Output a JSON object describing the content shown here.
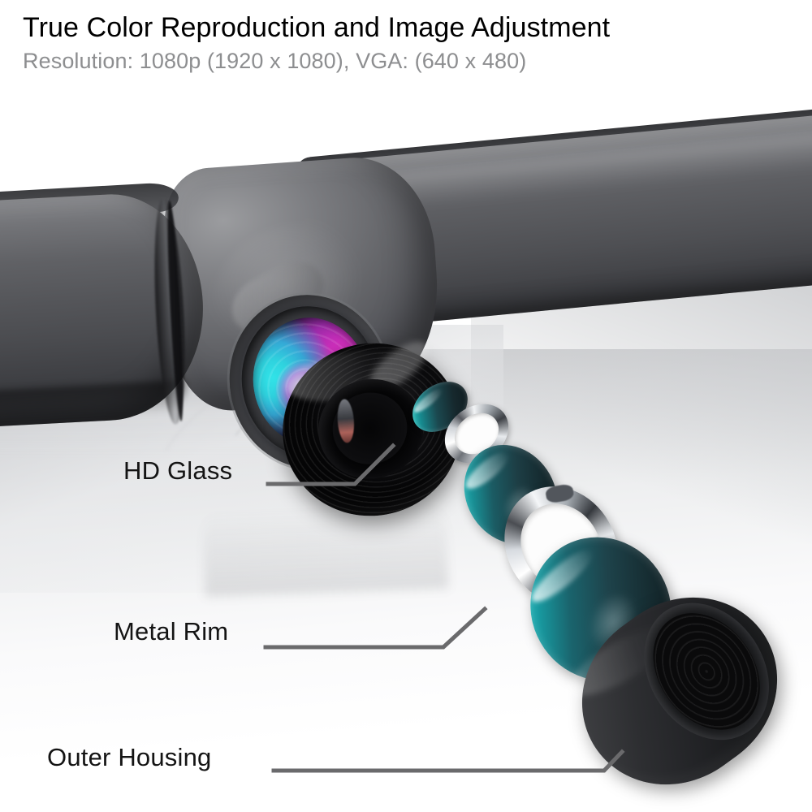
{
  "header": {
    "title": "True Color Reproduction and Image Adjustment",
    "subtitle": "Resolution: 1080p (1920 x 1080), VGA: (640 x 480)"
  },
  "callouts": [
    {
      "id": "hd-glass",
      "label": "HD Glass"
    },
    {
      "id": "metal-rim",
      "label": "Metal Rim"
    },
    {
      "id": "outer-housing",
      "label": "Outer Housing"
    }
  ],
  "colors": {
    "title_text": "#141414",
    "subtitle_text": "#8d8e90",
    "leader_line": "#6a6a6c",
    "background": "#ffffff",
    "body_gray": "#55565a",
    "housing_black": "#16171a",
    "glass_teal": "#1fc5c0",
    "glass_dark": "#1d3338",
    "metal_chrome": "#e7eaed",
    "lens_magenta": "#e033c8",
    "lens_cyan": "#31e3e8",
    "lens_violet": "#a77ddc"
  },
  "product": {
    "name": "endoscope-camera",
    "parts": [
      {
        "name": "camera-body",
        "type": "tube"
      },
      {
        "name": "lens-assembly",
        "type": "iridescent-lens"
      },
      {
        "name": "lens-hood",
        "type": "ribbed-barrel"
      },
      {
        "name": "glass-disc-small",
        "type": "glass"
      },
      {
        "name": "metal-ring-small",
        "type": "metal"
      },
      {
        "name": "glass-disc-medium",
        "type": "glass"
      },
      {
        "name": "metal-ring-large",
        "type": "metal"
      },
      {
        "name": "glass-disc-large",
        "type": "glass"
      },
      {
        "name": "outer-housing-ring",
        "type": "housing"
      }
    ]
  }
}
